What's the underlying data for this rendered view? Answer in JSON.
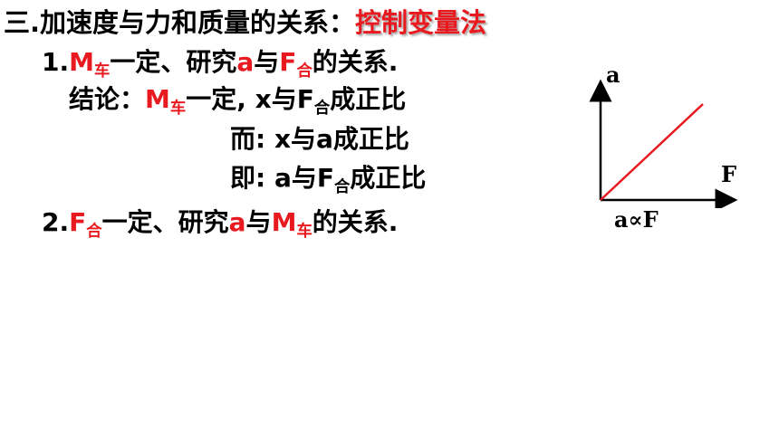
{
  "title": {
    "prefix": "三.加速度与力和质量的关系：",
    "method": "控制变量法"
  },
  "item1": {
    "num": "1.",
    "M": "M",
    "M_sub": "车",
    "t1": "一定、研究",
    "a": "a",
    "t2": "与",
    "F": "F",
    "F_sub": "合",
    "t3": "的关系."
  },
  "conclusion": {
    "label": "结论：",
    "M": "M",
    "M_sub": "车",
    "t1": "一定, x与F",
    "F_sub": "合",
    "t2": "成正比"
  },
  "er": {
    "text": "而: x与a成正比"
  },
  "ji": {
    "t1": "即: a与F",
    "F_sub": "合",
    "t2": "成正比"
  },
  "item2": {
    "num": "2.",
    "F": "F",
    "F_sub": "合",
    "t1": "一定、研究",
    "a": "a",
    "t2": "与",
    "M": "M",
    "M_sub": "车",
    "t3": "的关系."
  },
  "graph": {
    "y_label": "a",
    "x_label": "F",
    "relation": "a∝F",
    "line_color": "#e8191f"
  }
}
